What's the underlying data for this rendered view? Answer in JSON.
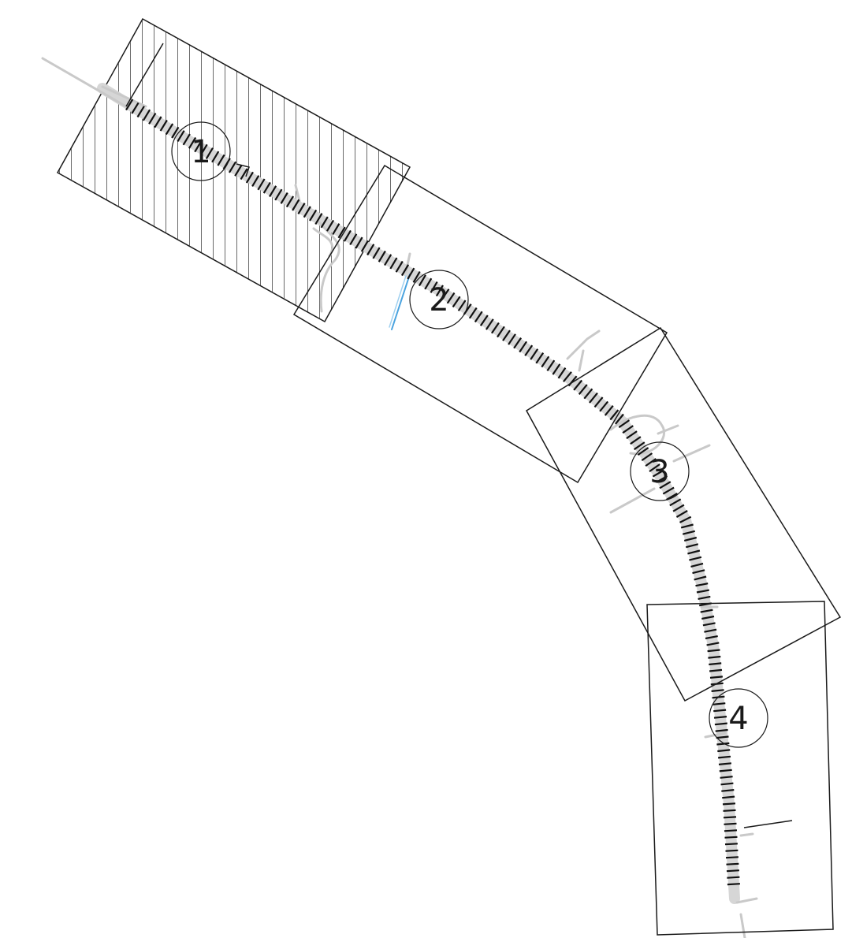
{
  "sheets": [
    {
      "id": "sheet-1",
      "label": "1",
      "hatched": true
    },
    {
      "id": "sheet-2",
      "label": "2",
      "hatched": false
    },
    {
      "id": "sheet-3",
      "label": "3",
      "hatched": false
    },
    {
      "id": "sheet-4",
      "label": "4",
      "hatched": false
    }
  ],
  "colors": {
    "frame": "#1a1a1a",
    "route_corridor": "#d6d6d6",
    "ties": "#111111",
    "water_line": "#4aa3df"
  }
}
